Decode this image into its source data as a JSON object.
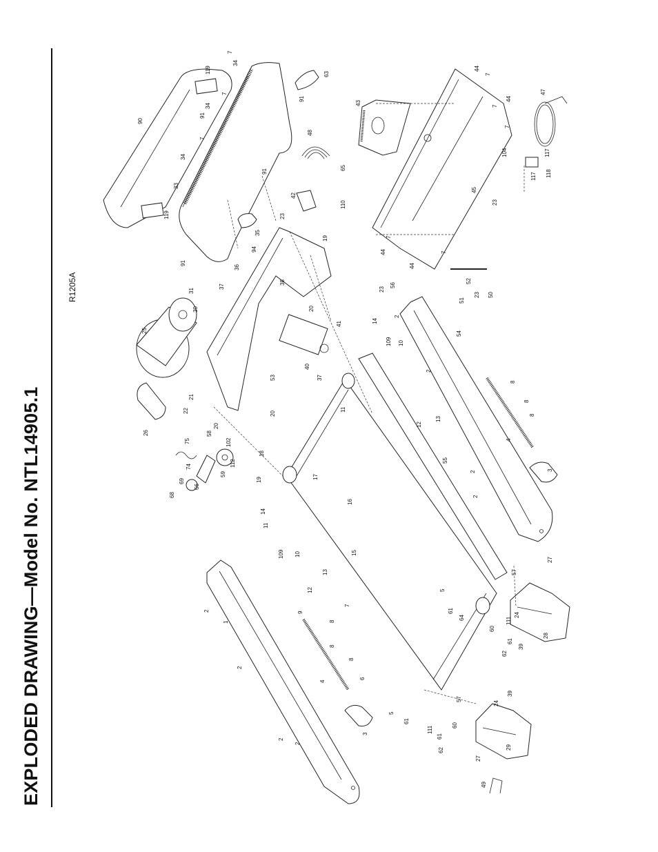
{
  "title": "EXPLODED DRAWING—Model No. NTL14905.1",
  "drawing_code": "R1205A",
  "callouts": [
    {
      "id": "c7a",
      "label": "7"
    },
    {
      "id": "c34a",
      "label": "34"
    },
    {
      "id": "c119a",
      "label": "119"
    },
    {
      "id": "c63",
      "label": "63"
    },
    {
      "id": "c90",
      "label": "90"
    },
    {
      "id": "c7b",
      "label": "7"
    },
    {
      "id": "c34b",
      "label": "34"
    },
    {
      "id": "c91a",
      "label": "91"
    },
    {
      "id": "c91b",
      "label": "91"
    },
    {
      "id": "c7c",
      "label": "7"
    },
    {
      "id": "c34c",
      "label": "34"
    },
    {
      "id": "c91c",
      "label": "91"
    },
    {
      "id": "c33",
      "label": "33"
    },
    {
      "id": "c48",
      "label": "48"
    },
    {
      "id": "c119b",
      "label": "119"
    },
    {
      "id": "c42",
      "label": "42"
    },
    {
      "id": "c23a",
      "label": "23"
    },
    {
      "id": "c35",
      "label": "35"
    },
    {
      "id": "c91d",
      "label": "91"
    },
    {
      "id": "c94",
      "label": "94"
    },
    {
      "id": "c36",
      "label": "36"
    },
    {
      "id": "c31",
      "label": "31"
    },
    {
      "id": "c30",
      "label": "30"
    },
    {
      "id": "c37a",
      "label": "37"
    },
    {
      "id": "c38",
      "label": "38"
    },
    {
      "id": "c19a",
      "label": "19"
    },
    {
      "id": "c20a",
      "label": "20"
    },
    {
      "id": "c25",
      "label": "25"
    },
    {
      "id": "c110",
      "label": "110"
    },
    {
      "id": "c41",
      "label": "41"
    },
    {
      "id": "c40",
      "label": "40"
    },
    {
      "id": "c37b",
      "label": "37"
    },
    {
      "id": "c53",
      "label": "53"
    },
    {
      "id": "c20b",
      "label": "20"
    },
    {
      "id": "c21",
      "label": "21"
    },
    {
      "id": "c22",
      "label": "22"
    },
    {
      "id": "c26",
      "label": "26"
    },
    {
      "id": "c75",
      "label": "75"
    },
    {
      "id": "c58",
      "label": "58"
    },
    {
      "id": "c20c",
      "label": "20"
    },
    {
      "id": "c102",
      "label": "102"
    },
    {
      "id": "c74",
      "label": "74"
    },
    {
      "id": "c59",
      "label": "59"
    },
    {
      "id": "c112",
      "label": "112"
    },
    {
      "id": "c69",
      "label": "69"
    },
    {
      "id": "c68",
      "label": "68"
    },
    {
      "id": "c66",
      "label": "66"
    },
    {
      "id": "c18",
      "label": "18"
    },
    {
      "id": "c19b",
      "label": "19"
    },
    {
      "id": "c17",
      "label": "17"
    },
    {
      "id": "c14a",
      "label": "14"
    },
    {
      "id": "c11a",
      "label": "11"
    },
    {
      "id": "c16",
      "label": "16"
    },
    {
      "id": "c10a",
      "label": "10"
    },
    {
      "id": "c109a",
      "label": "109"
    },
    {
      "id": "c15",
      "label": "15"
    },
    {
      "id": "c12a",
      "label": "12"
    },
    {
      "id": "c13a",
      "label": "13"
    },
    {
      "id": "c9",
      "label": "9"
    },
    {
      "id": "c7d",
      "label": "7"
    },
    {
      "id": "c8a",
      "label": "8"
    },
    {
      "id": "c8b",
      "label": "8"
    },
    {
      "id": "c8c",
      "label": "8"
    },
    {
      "id": "c4a",
      "label": "4"
    },
    {
      "id": "c6",
      "label": "6"
    },
    {
      "id": "c2a",
      "label": "2"
    },
    {
      "id": "c1",
      "label": "1"
    },
    {
      "id": "c2b",
      "label": "2"
    },
    {
      "id": "c2c",
      "label": "2"
    },
    {
      "id": "c2d",
      "label": "2"
    },
    {
      "id": "c3a",
      "label": "3"
    },
    {
      "id": "c49",
      "label": "49"
    },
    {
      "id": "c43",
      "label": "43"
    },
    {
      "id": "c44a",
      "label": "44"
    },
    {
      "id": "c7e",
      "label": "7"
    },
    {
      "id": "c44b",
      "label": "44"
    },
    {
      "id": "c7f",
      "label": "7"
    },
    {
      "id": "c7g",
      "label": "7"
    },
    {
      "id": "c47",
      "label": "47"
    },
    {
      "id": "c65",
      "label": "65"
    },
    {
      "id": "c45",
      "label": "45"
    },
    {
      "id": "c104",
      "label": "104"
    },
    {
      "id": "c117a",
      "label": "117"
    },
    {
      "id": "c117b",
      "label": "117"
    },
    {
      "id": "c118",
      "label": "118"
    },
    {
      "id": "c23b",
      "label": "23"
    },
    {
      "id": "c44c",
      "label": "44"
    },
    {
      "id": "c7h",
      "label": "7"
    },
    {
      "id": "c7i",
      "label": "7"
    },
    {
      "id": "c44d",
      "label": "44"
    },
    {
      "id": "c52",
      "label": "52"
    },
    {
      "id": "c51",
      "label": "51"
    },
    {
      "id": "c23c",
      "label": "23"
    },
    {
      "id": "c50",
      "label": "50"
    },
    {
      "id": "c23d",
      "label": "23"
    },
    {
      "id": "c56",
      "label": "56"
    },
    {
      "id": "c14b",
      "label": "14"
    },
    {
      "id": "c109b",
      "label": "109"
    },
    {
      "id": "c10b",
      "label": "10"
    },
    {
      "id": "c2e",
      "label": "2"
    },
    {
      "id": "c54",
      "label": "54"
    },
    {
      "id": "c11b",
      "label": "11"
    },
    {
      "id": "c2f",
      "label": "2"
    },
    {
      "id": "c12b",
      "label": "12"
    },
    {
      "id": "c13b",
      "label": "13"
    },
    {
      "id": "c8d",
      "label": "8"
    },
    {
      "id": "c8e",
      "label": "8"
    },
    {
      "id": "c8f",
      "label": "8"
    },
    {
      "id": "c4b",
      "label": "4"
    },
    {
      "id": "c55",
      "label": "55"
    },
    {
      "id": "c2g",
      "label": "2"
    },
    {
      "id": "c2h",
      "label": "2"
    },
    {
      "id": "c3b",
      "label": "3"
    },
    {
      "id": "c5a",
      "label": "5"
    },
    {
      "id": "c57a",
      "label": "57"
    },
    {
      "id": "c61a",
      "label": "61"
    },
    {
      "id": "c64",
      "label": "64"
    },
    {
      "id": "c27a",
      "label": "27"
    },
    {
      "id": "c24a",
      "label": "24"
    },
    {
      "id": "c111a",
      "label": "111"
    },
    {
      "id": "c60a",
      "label": "60"
    },
    {
      "id": "c61b",
      "label": "61"
    },
    {
      "id": "c62a",
      "label": "62"
    },
    {
      "id": "c39a",
      "label": "39"
    },
    {
      "id": "c28",
      "label": "28"
    },
    {
      "id": "c5b",
      "label": "5"
    },
    {
      "id": "c57b",
      "label": "57"
    },
    {
      "id": "c61c",
      "label": "61"
    },
    {
      "id": "c24b",
      "label": "24"
    },
    {
      "id": "c39b",
      "label": "39"
    },
    {
      "id": "c111b",
      "label": "111"
    },
    {
      "id": "c60b",
      "label": "60"
    },
    {
      "id": "c61d",
      "label": "61"
    },
    {
      "id": "c62b",
      "label": "62"
    },
    {
      "id": "c27b",
      "label": "27"
    },
    {
      "id": "c29",
      "label": "29"
    }
  ]
}
